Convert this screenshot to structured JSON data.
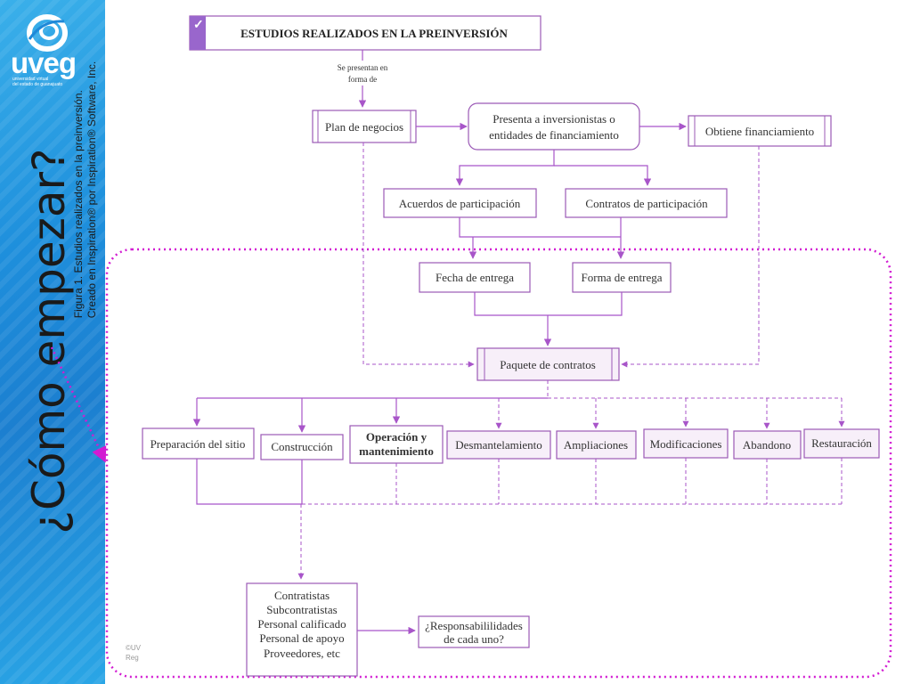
{
  "colors": {
    "accent": "#a855c9",
    "border": "#9b59b6",
    "dotted": "#d21bd2",
    "title_band": "#9966cc",
    "sidebar": "#1e88d8"
  },
  "logo": {
    "name": "uveg",
    "subtitle_line1": "universidad virtual",
    "subtitle_line2": "del estado de guanajuato"
  },
  "page_title": "¿Cómo empezar?",
  "caption": {
    "line1": "Figura 1. Estudios realizados en la preinversión.",
    "line2": "Creado en Inspiration® por Inspiration® Software, Inc."
  },
  "copyright": {
    "line1": "©UV",
    "line2": "Reg"
  },
  "diagram": {
    "title": "ESTUDIOS REALIZADOS EN LA PREINVERSIÓN",
    "check_icon": "checkmark-icon",
    "connector_label": {
      "line1": "Se presentan en",
      "line2": "forma de"
    },
    "plan": "Plan de negocios",
    "presenta": {
      "line1": "Presenta a inversionistas o",
      "line2": "entidades de financiamiento"
    },
    "obtiene": "Obtiene financiamiento",
    "acuerdos": "Acuerdos de participación",
    "contratos": "Contratos de participación",
    "fecha": "Fecha de entrega",
    "forma": "Forma de entrega",
    "paquete": "Paquete de contratos",
    "phases": {
      "preparacion": "Preparación del sitio",
      "construccion": "Construcción",
      "operacion_1": "Operación y",
      "operacion_2": "mantenimiento",
      "desmantelamiento": "Desmantelamiento",
      "ampliaciones": "Ampliaciones",
      "modificaciones": "Modificaciones",
      "abandono": "Abandono",
      "restauracion": "Restauración"
    },
    "actors": [
      "Contratistas",
      "Subcontratistas",
      "Personal calificado",
      "Personal de apoyo",
      "Proveedores, etc"
    ],
    "responsabilidades": {
      "line1": "¿Responsabililidades",
      "line2": "de cada uno?"
    }
  }
}
